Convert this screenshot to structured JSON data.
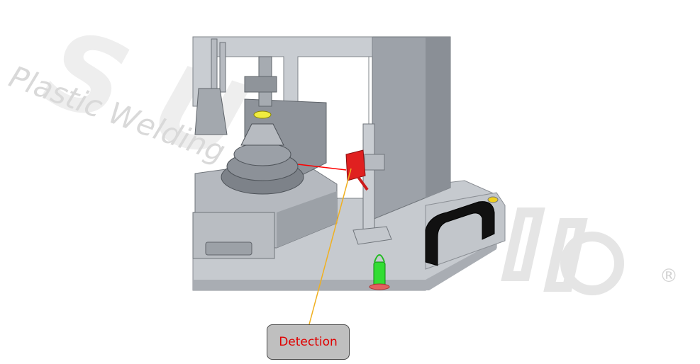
{
  "watermark": {
    "brand_text": "SUPERSONIC",
    "tagline": "Plastic Welding",
    "registered_mark": "®",
    "color": "#dcdcdc"
  },
  "callout": {
    "label": "Detection",
    "text_color": "#e00000",
    "box_color": "#bfbfbf",
    "leader_color": "#f0b020"
  },
  "colors": {
    "machine_gray": "#bfc3c8",
    "sensor_red": "#e02020",
    "handle_black": "#111111",
    "beam_red": "#ff0000",
    "knob_green": "#33dd33"
  }
}
